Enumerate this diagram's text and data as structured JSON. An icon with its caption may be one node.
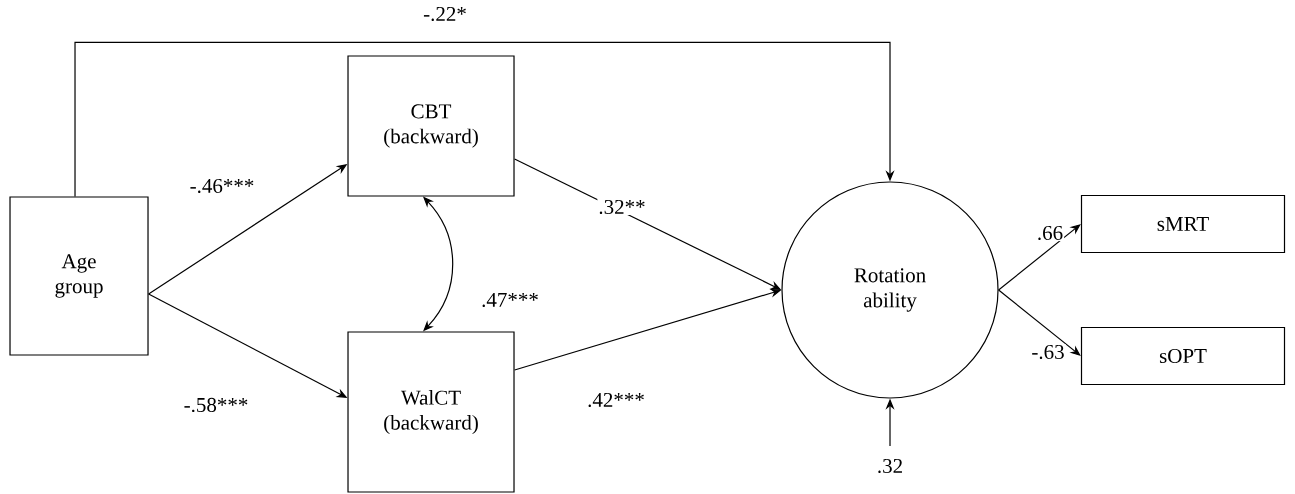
{
  "diagram": {
    "nodes": [
      {
        "text": [
          "Age group"
        ]
      },
      {
        "text": [
          "CBT (backward)"
        ]
      },
      {
        "text": [
          "WalCT (backward)"
        ]
      },
      {
        "text": [
          "Rotation ability"
        ]
      },
      {
        "text": [
          "sMRT"
        ]
      },
      {
        "text": [
          "sOPT"
        ]
      }
    ],
    "edges": [
      {
        "from": 0,
        "to": 3,
        "label": "-.22*",
        "arrow": "to"
      },
      {
        "from": 0,
        "to": 1,
        "label": "-.46***",
        "arrow": "to"
      },
      {
        "from": 0,
        "to": 2,
        "label": "-.58***",
        "arrow": "to"
      },
      {
        "from": 1,
        "to": 3,
        "label": ".32**",
        "arrow": "to"
      },
      {
        "from": 2,
        "to": 3,
        "label": ".42***",
        "arrow": "to"
      },
      {
        "from": 1,
        "to": 2,
        "label": ".47***",
        "arrow": "both"
      },
      {
        "from": 3,
        "to": 4,
        "label": ".66",
        "arrow": "to"
      },
      {
        "from": 3,
        "to": 5,
        "label": "-.63",
        "arrow": "to"
      },
      {
        "from": null,
        "to": 3,
        "label": ".32",
        "arrow": "to"
      }
    ]
  }
}
